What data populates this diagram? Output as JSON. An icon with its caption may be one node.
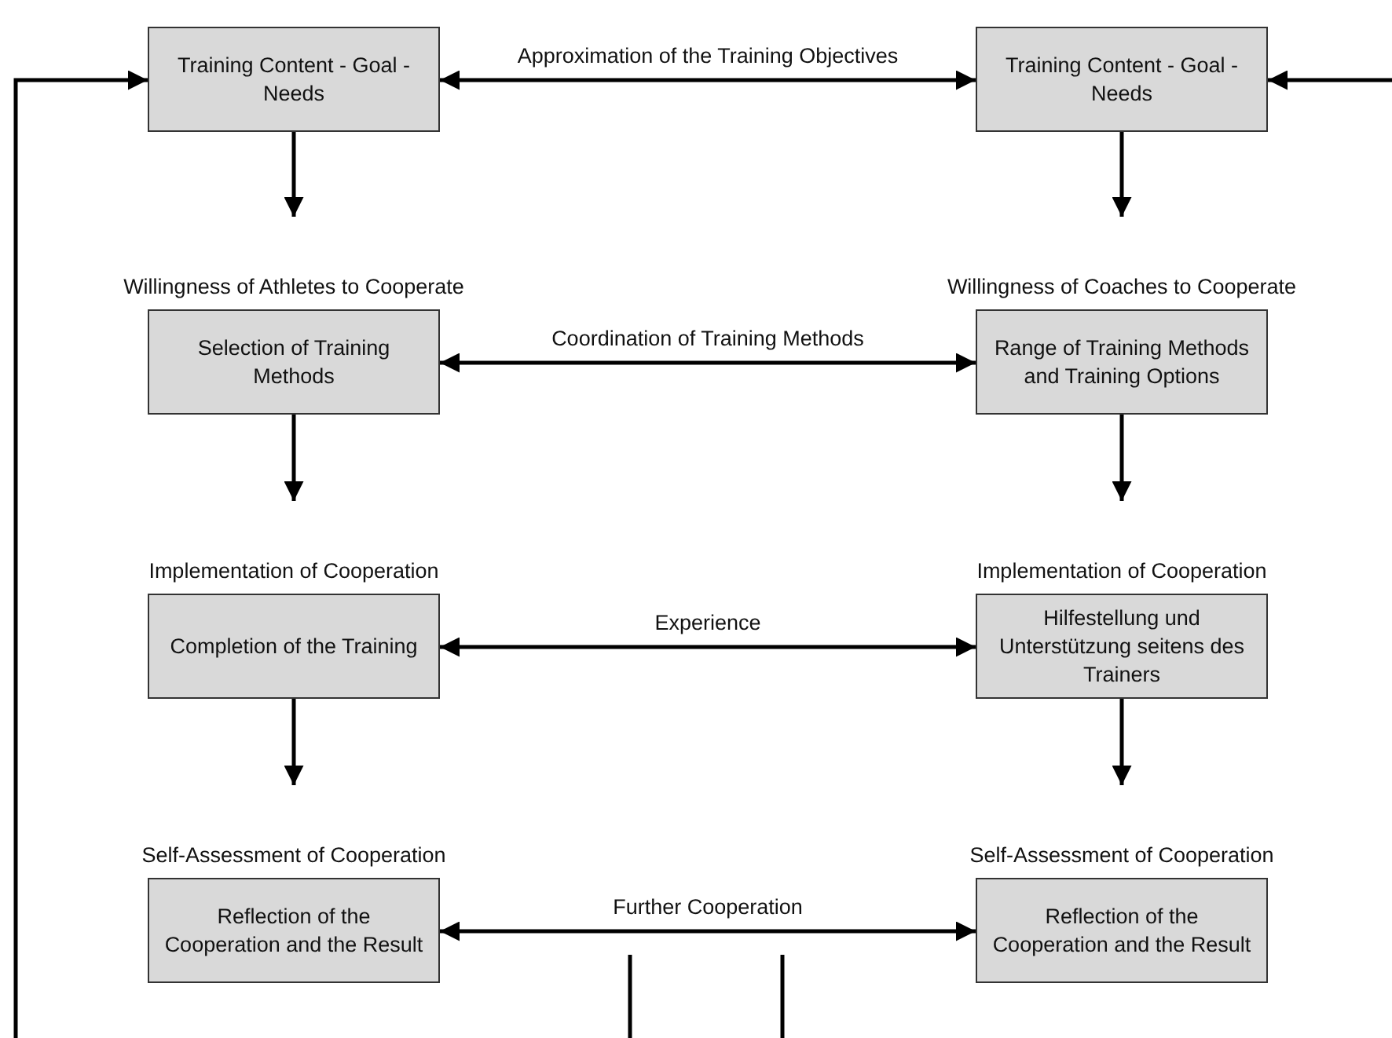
{
  "diagram": {
    "nodes": [
      {
        "text": [
          "Training Content - Goal - Needs"
        ]
      },
      {
        "text": [
          "Training Content - Goal - Needs"
        ]
      },
      {
        "text": [
          "Selection of Training Methods"
        ],
        "beside": [
          "Willingness of Athletes to Cooperate"
        ]
      },
      {
        "text": [
          "Range of Training Methods and Training Options"
        ],
        "beside": [
          "Willingness of Coaches to Cooperate"
        ]
      },
      {
        "text": [
          "Completion of the Training"
        ],
        "beside": [
          "Implementation of Cooperation"
        ]
      },
      {
        "text": [
          "Hilfestellung und Unterstützung seitens des Trainers"
        ],
        "beside": [
          "Implementation of Cooperation"
        ]
      },
      {
        "text": [
          "Reflection of the Cooperation and the Result"
        ],
        "beside": [
          "Self-Assessment of Cooperation"
        ]
      },
      {
        "text": [
          "Reflection of the Cooperation and the Result"
        ],
        "beside": [
          "Self-Assessment of Cooperation"
        ]
      }
    ],
    "edges": [
      {
        "from": 0,
        "to": 1,
        "arrow": "both",
        "label": "Approximation of the Training Objectives"
      },
      {
        "from": 0,
        "to": 2,
        "arrow": "to"
      },
      {
        "from": 1,
        "to": 3,
        "arrow": "to"
      },
      {
        "from": 2,
        "to": 3,
        "arrow": "both",
        "label": "Coordination of Training Methods"
      },
      {
        "from": 2,
        "to": 4,
        "arrow": "to"
      },
      {
        "from": 3,
        "to": 5,
        "arrow": "to"
      },
      {
        "from": 4,
        "to": 5,
        "arrow": "both",
        "label": "Experience"
      },
      {
        "from": 4,
        "to": 6,
        "arrow": "to"
      },
      {
        "from": 5,
        "to": 7,
        "arrow": "to"
      },
      {
        "from": 6,
        "to": 7,
        "arrow": "both",
        "label": "Further Cooperation"
      },
      {
        "from": null,
        "to": 0,
        "arrow": "to"
      },
      {
        "from": null,
        "to": 1,
        "arrow": "to"
      }
    ]
  }
}
